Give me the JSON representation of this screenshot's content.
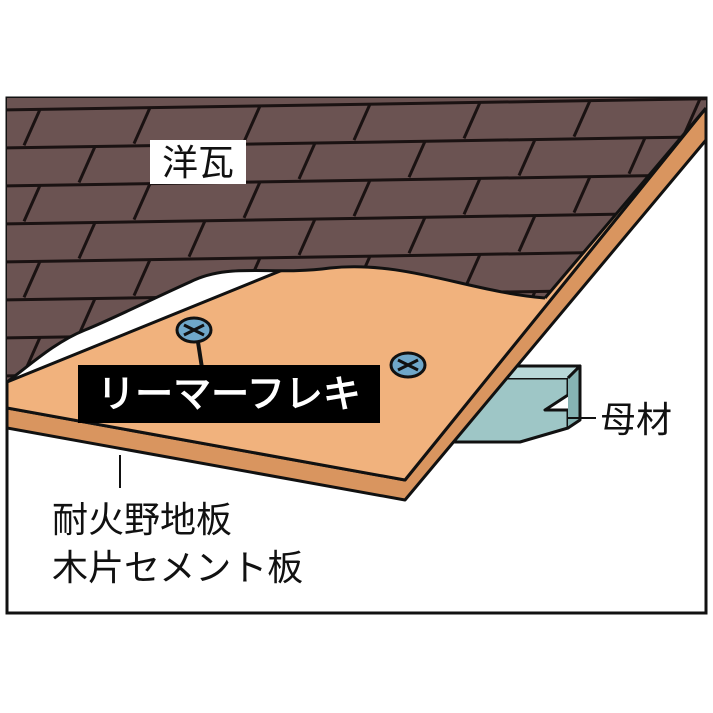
{
  "labels": {
    "tile": "洋瓦",
    "product": "リーマーフレキ",
    "purlin": "母材",
    "board_line1": "耐火野地板",
    "board_line2": "木片セメント板"
  },
  "colors": {
    "tile": "#6b5352",
    "tile_joint": "#1a1212",
    "board_top": "#f1b27d",
    "board_edge": "#d9955f",
    "purlin": "#9ec6c6",
    "screw": "#6fa7c9",
    "outline": "#111111",
    "product_bg": "#000000",
    "product_text": "#ffffff"
  }
}
